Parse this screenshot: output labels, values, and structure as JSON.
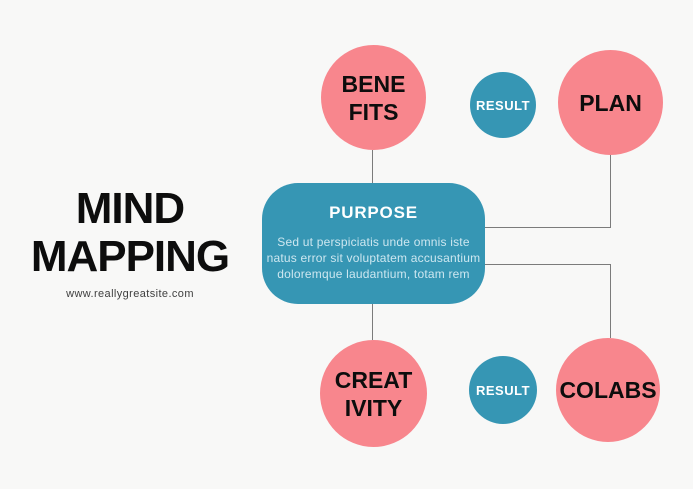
{
  "design": {
    "colors": {
      "background": "#f8f8f7",
      "pink": "#f8868d",
      "teal": "#3696b4",
      "connector": "#7b7b7b",
      "ink": "#0d0d0d",
      "body_text": "#cde7f0"
    }
  },
  "brand": {
    "title_line1": "MIND",
    "title_line2": "MAPPING",
    "website": "www.reallygreatsite.com"
  },
  "purpose": {
    "title": "PURPOSE",
    "body_lines": [
      "Sed ut perspiciatis unde omnis iste",
      "natus error sit voluptatem accusantium",
      "doloremque laudantium, totam rem"
    ]
  },
  "nodes": {
    "benefits": {
      "line1": "BENE",
      "line2": "FITS"
    },
    "result_top": {
      "label": "RESULT"
    },
    "plan": {
      "label": "PLAN"
    },
    "creativity": {
      "line1": "CREAT",
      "line2": "IVITY"
    },
    "result_bottom": {
      "label": "RESULT"
    },
    "colabs": {
      "label": "COLABS"
    }
  }
}
